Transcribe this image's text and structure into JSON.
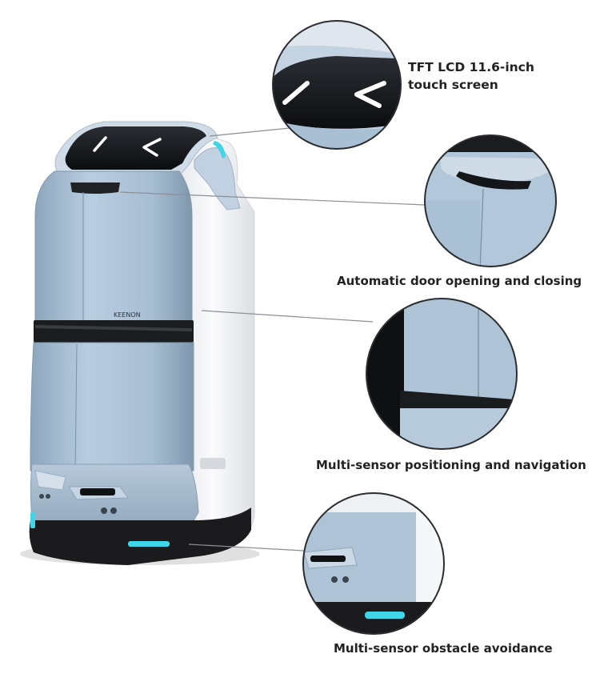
{
  "robot": {
    "brand_logo": "KEENON",
    "accent_light": "#3fd6ea",
    "body_color": "#a9bfd3",
    "frame_color": "#f2f3f5",
    "base_color": "#1b1b1d"
  },
  "callouts": [
    {
      "label_line1": "TFT LCD 11.6-inch",
      "label_line2": "touch screen"
    },
    {
      "label": "Automatic door opening and closing"
    },
    {
      "label": "Multi-sensor positioning and navigation"
    },
    {
      "label": "Multi-sensor obstacle avoidance"
    }
  ]
}
